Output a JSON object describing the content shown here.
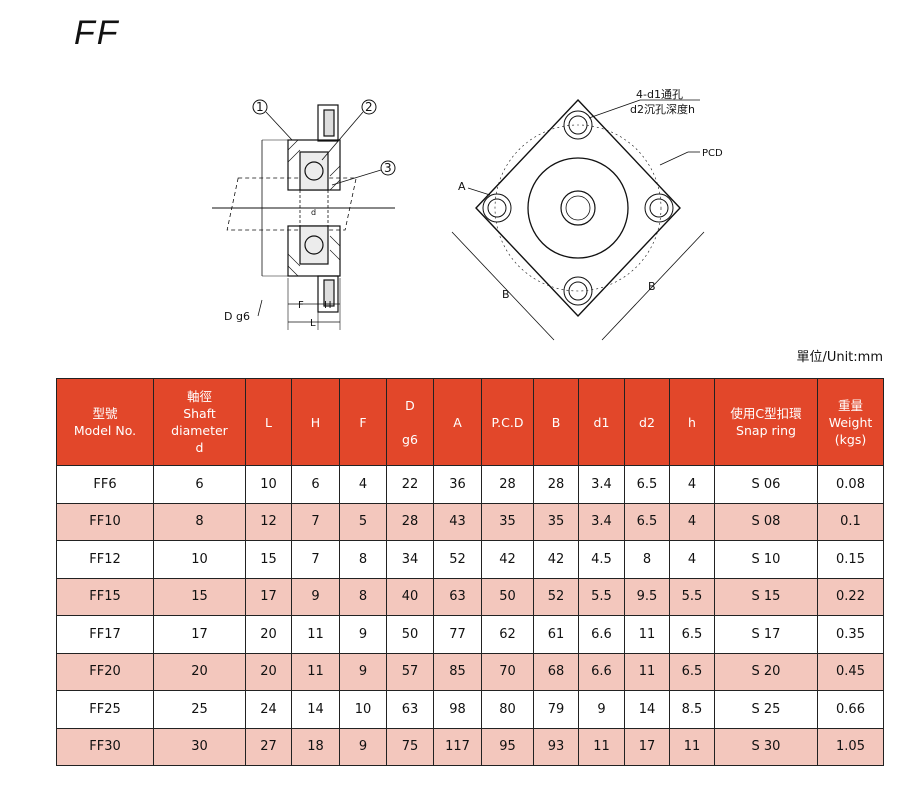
{
  "title": "FF",
  "unit_label": "單位/Unit:mm",
  "drawing": {
    "callouts": [
      "1",
      "2",
      "3"
    ],
    "labels": {
      "dg6": "D g6",
      "F": "F",
      "H": "H",
      "L": "L",
      "d": "d",
      "hole_line1": "4-d1通孔",
      "hole_line2": "d2沉孔深度h",
      "pcd": "PCD",
      "A": "A",
      "B_left": "B",
      "B_right": "B"
    }
  },
  "table": {
    "headers": [
      [
        "型號",
        "Model No."
      ],
      [
        "軸徑",
        "Shaft",
        "diameter",
        "d"
      ],
      [
        "L"
      ],
      [
        "H"
      ],
      [
        "F"
      ],
      [
        "D",
        "",
        "g6"
      ],
      [
        "A"
      ],
      [
        "P.C.D"
      ],
      [
        "B"
      ],
      [
        "d1"
      ],
      [
        "d2"
      ],
      [
        "h"
      ],
      [
        "使用C型扣環",
        "Snap ring"
      ],
      [
        "重量",
        "Weight",
        "(kgs)"
      ]
    ],
    "rows": [
      [
        "FF6",
        "6",
        "10",
        "6",
        "4",
        "22",
        "36",
        "28",
        "28",
        "3.4",
        "6.5",
        "4",
        "S 06",
        "0.08"
      ],
      [
        "FF10",
        "8",
        "12",
        "7",
        "5",
        "28",
        "43",
        "35",
        "35",
        "3.4",
        "6.5",
        "4",
        "S 08",
        "0.1"
      ],
      [
        "FF12",
        "10",
        "15",
        "7",
        "8",
        "34",
        "52",
        "42",
        "42",
        "4.5",
        "8",
        "4",
        "S 10",
        "0.15"
      ],
      [
        "FF15",
        "15",
        "17",
        "9",
        "8",
        "40",
        "63",
        "50",
        "52",
        "5.5",
        "9.5",
        "5.5",
        "S 15",
        "0.22"
      ],
      [
        "FF17",
        "17",
        "20",
        "11",
        "9",
        "50",
        "77",
        "62",
        "61",
        "6.6",
        "11",
        "6.5",
        "S 17",
        "0.35"
      ],
      [
        "FF20",
        "20",
        "20",
        "11",
        "9",
        "57",
        "85",
        "70",
        "68",
        "6.6",
        "11",
        "6.5",
        "S 20",
        "0.45"
      ],
      [
        "FF25",
        "25",
        "24",
        "14",
        "10",
        "63",
        "98",
        "80",
        "79",
        "9",
        "14",
        "8.5",
        "S 25",
        "0.66"
      ],
      [
        "FF30",
        "30",
        "27",
        "18",
        "9",
        "75",
        "117",
        "95",
        "93",
        "11",
        "17",
        "11",
        "S 30",
        "1.05"
      ]
    ]
  }
}
